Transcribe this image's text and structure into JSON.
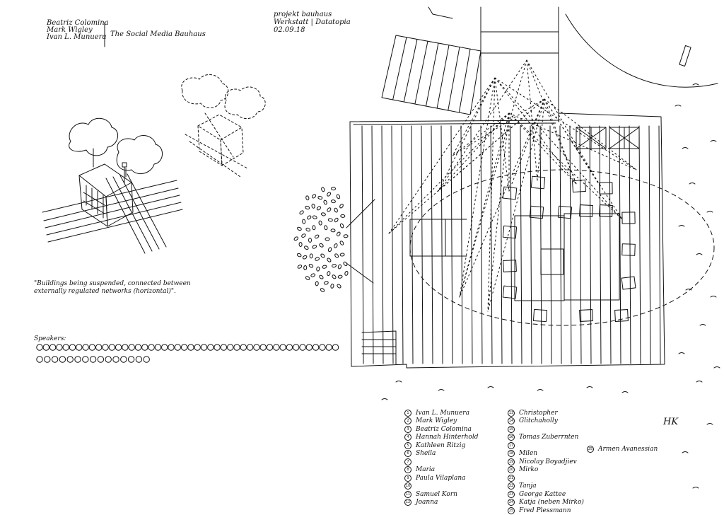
{
  "header": {
    "authors": [
      "Beatriz Colomina",
      "Mark Wigley",
      "Ivan L. Munuera"
    ],
    "title": "The Social Media Bauhaus",
    "project": [
      "projekt bauhaus",
      "Werkstatt | Datatopia",
      "02.09.18"
    ]
  },
  "caption": [
    "\"Buildings being suspended, connected between",
    "externally regulated networks (horizontal)\"."
  ],
  "speakers": {
    "label": "Speakers:",
    "row1_count": 46,
    "row2_count": 15
  },
  "legend": {
    "col1": [
      {
        "n": "1",
        "name": "Ivan L. Munuera"
      },
      {
        "n": "2",
        "name": "Mark Wigley"
      },
      {
        "n": "3",
        "name": "Beatriz Colomina"
      },
      {
        "n": "4",
        "name": "Hannah Hinterhold"
      },
      {
        "n": "5",
        "name": "Kathleen Ritzig"
      },
      {
        "n": "6",
        "name": "Sheila"
      },
      {
        "n": "7",
        "name": ""
      },
      {
        "n": "8",
        "name": "Maria"
      },
      {
        "n": "9",
        "name": "Paula Vilaplana"
      },
      {
        "n": "10",
        "name": ""
      },
      {
        "n": "11",
        "name": "Samuel Korn"
      },
      {
        "n": "12",
        "name": "Joanna"
      }
    ],
    "col2": [
      {
        "n": "13",
        "name": "Christopher"
      },
      {
        "n": "14",
        "name": "Glitchaholly"
      },
      {
        "n": "15",
        "name": ""
      },
      {
        "n": "16",
        "name": "Tomas Zuberrnten"
      },
      {
        "n": "17",
        "name": ""
      },
      {
        "n": "18",
        "name": "Milen"
      },
      {
        "n": "19",
        "name": "Nicolay Boyadjiev"
      },
      {
        "n": "20",
        "name": "Mirko"
      },
      {
        "n": "21",
        "name": ""
      },
      {
        "n": "22",
        "name": "Tanja"
      },
      {
        "n": "23",
        "name": "George Kattee"
      },
      {
        "n": "24",
        "name": "Katja (neben Mirko)"
      },
      {
        "n": "25",
        "name": "Fred Plessmann"
      }
    ],
    "col3": [
      {
        "n": "25",
        "name": "Armen Avanessian"
      }
    ]
  },
  "signature": "HK"
}
